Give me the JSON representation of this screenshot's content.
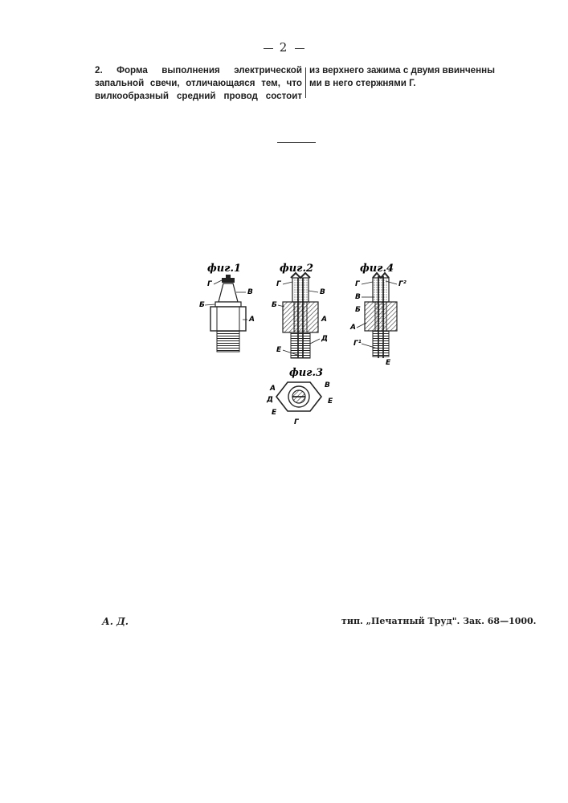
{
  "page_number": "2",
  "claim": {
    "left_lines": [
      "2. Форма выполнения электрической",
      "запальной свечи, отличающаяся тем, что",
      "вилкообразный средний провод состоит"
    ],
    "right_lines": [
      "из верхнего зажима с двумя ввинченны",
      "ми в него стержнями Г."
    ]
  },
  "figures": {
    "fig1": {
      "title": "фиг.1",
      "labels": [
        "Г",
        "В",
        "Б",
        "А"
      ]
    },
    "fig2": {
      "title": "фиг.2",
      "labels": [
        "Г",
        "В",
        "Б",
        "А",
        "Д",
        "Е"
      ]
    },
    "fig4": {
      "title": "фиг.4",
      "labels": [
        "Г",
        "Г²",
        "В",
        "Б",
        "А",
        "Г¹",
        "Е"
      ]
    },
    "fig3": {
      "title": "фиг.3",
      "labels": [
        "А",
        "В",
        "Д",
        "Е",
        "Е",
        "Г"
      ]
    }
  },
  "footer": {
    "left": "А. Д.",
    "right": "тип. „Печатный Труд\". Зак. 68—1000."
  }
}
